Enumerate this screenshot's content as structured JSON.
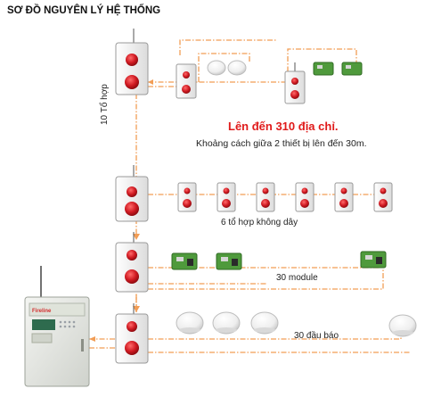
{
  "diagram": {
    "title": "SƠ ĐỒ NGUYÊN LÝ HỆ THỐNG",
    "headline": "Lên đến 310 địa chỉ.",
    "subline": "Khoảng cách giữa 2 thiết bị lên đến 30m.",
    "vertical_label": "10 Tổ hợp",
    "label_wireless": "6 tổ hợp không dây",
    "label_module": "30  module",
    "label_detector": "30 đầu báo",
    "panel_brand": "Fireline",
    "colors": {
      "link_line": "#f29d55",
      "device_red": "#c8141e",
      "panel_body": "#e6e8e4",
      "module_green": "#4f9a3c",
      "headline": "#e01b1b"
    }
  }
}
